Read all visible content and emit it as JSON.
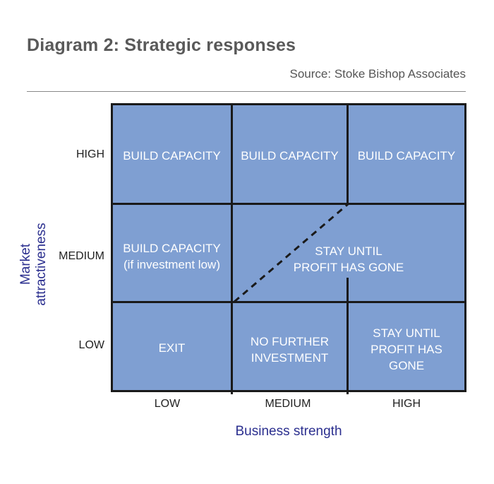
{
  "title": "Diagram 2: Strategic responses",
  "source": "Source: Stoke Bishop Associates",
  "y_axis_label": "Market attractiveness",
  "x_axis_label": "Business strength",
  "row_labels": [
    "HIGH",
    "MEDIUM",
    "LOW"
  ],
  "col_labels": [
    "LOW",
    "MEDIUM",
    "HIGH"
  ],
  "cells": {
    "high_low": "BUILD CAPACITY",
    "high_medium": "BUILD CAPACITY",
    "high_high": "BUILD CAPACITY",
    "medium_low_line1": "BUILD CAPACITY",
    "medium_low_line2": "(if investment low)",
    "medium_merged_line1": "STAY UNTIL",
    "medium_merged_line2": "PROFIT HAS GONE",
    "low_low": "EXIT",
    "low_medium_line1": "NO FURTHER",
    "low_medium_line2": "INVESTMENT",
    "low_high_line1": "STAY UNTIL",
    "low_high_line2": "PROFIT HAS",
    "low_high_line3": "GONE"
  },
  "colors": {
    "cell_fill": "#7f9fd2",
    "grid": "#1a1a1a",
    "axis_label": "#2b2f8f"
  }
}
